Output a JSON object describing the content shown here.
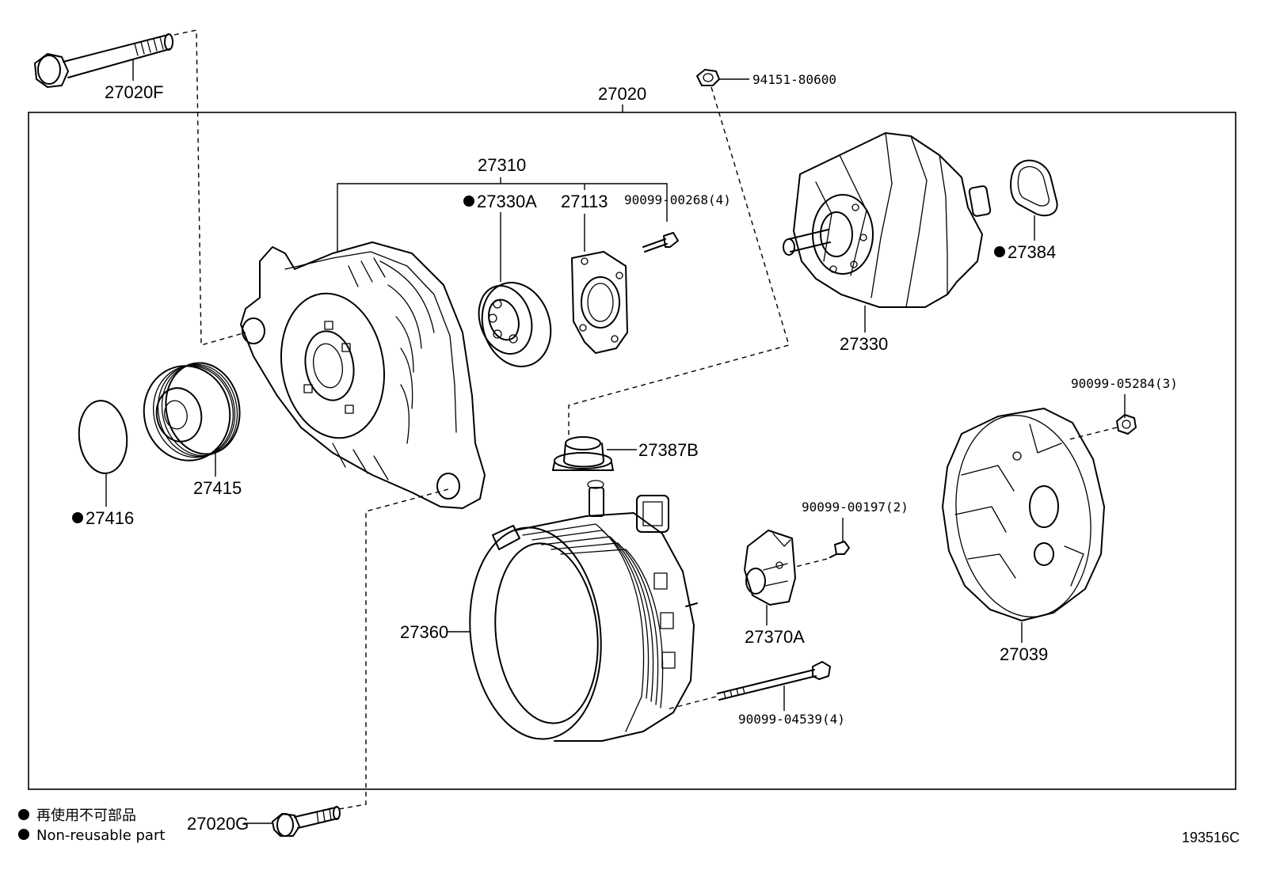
{
  "parts": {
    "p27020": "27020",
    "p27020F": "27020F",
    "p27020G": "27020G",
    "p94151": "94151-80600",
    "p27310": "27310",
    "p27330A": "27330A",
    "p27113": "27113",
    "p90099_00268": "90099-00268(4)",
    "p27384": "27384",
    "p27330": "27330",
    "p90099_05284": "90099-05284(3)",
    "p27387B": "27387B",
    "p27416": "27416",
    "p27415": "27415",
    "p90099_00197": "90099-00197(2)",
    "p27360": "27360",
    "p27370A": "27370A",
    "p27039": "27039",
    "p90099_04539": "90099-04539(4)"
  },
  "legend": {
    "line1": "再使用不可部品",
    "line2": "Non-reusable part"
  },
  "diagram_code": "193516C"
}
